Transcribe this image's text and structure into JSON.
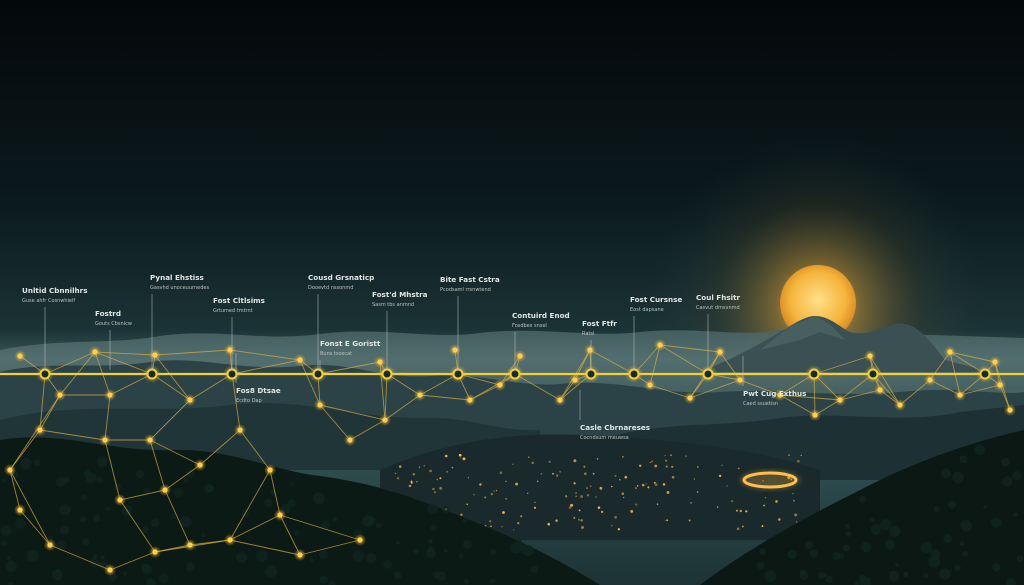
{
  "scene": {
    "description_none": "",
    "colors": {
      "sky_top": "#04080a",
      "sky_mid": "#0e2226",
      "sky_horizon": "#2c4a4c",
      "haze": "#5f7a78",
      "mountain_far": "#3d5658",
      "mountain_mid": "#253b3e",
      "mountain_near": "#0f1f1c",
      "forest": "#0a1612",
      "gold": "#f2c233",
      "gold_glow": "#ffd75a",
      "sun": "#f5c24a",
      "city_light": "#ffb84a",
      "label_text": "#d8dcd8"
    }
  },
  "timeline": {
    "labels": [
      {
        "title": "Unltid Cbnnilhrs",
        "subtitle": "Guse ahfr Cosnwhielf"
      },
      {
        "title": "Fostrd",
        "subtitle": "Gouts Cbsnicw"
      },
      {
        "title": "Pynal Ehstiss",
        "subtitle": "Gasvhd unoceuurnedes"
      },
      {
        "title": "Fost Cltlsims",
        "subtitle": "Grtumed tmtrnt"
      },
      {
        "title": "Fos8 Dtsae",
        "subtitle": "Ecdto Dap"
      },
      {
        "title": "Cousd Grsnaticp",
        "subtitle": "Dooevtd nssonmd"
      },
      {
        "title": "Fonst E Goristt",
        "subtitle": "Buns tsoxcat"
      },
      {
        "title": "Fost'd Mhstra",
        "subtitle": "Sasm tbs anmnd"
      },
      {
        "title": "Bite Fast Cstra",
        "subtitle": "Pcodsaml rrsnwtend"
      },
      {
        "title": "Contuird Enod",
        "subtitle": "Fosdbes snsel"
      },
      {
        "title": "Fost Ftfr",
        "subtitle": "Ratsl"
      },
      {
        "title": "Fost Cursnse",
        "subtitle": "Eost dapsane"
      },
      {
        "title": "Coul Fhsitr",
        "subtitle": "Casvut dmsvnmd"
      },
      {
        "title": "Casle Cbrnareses",
        "subtitle": "Cocndsum meuwsa"
      },
      {
        "title": "Pwt Cug Exthus",
        "subtitle": "Caed ssuetisn"
      }
    ]
  }
}
